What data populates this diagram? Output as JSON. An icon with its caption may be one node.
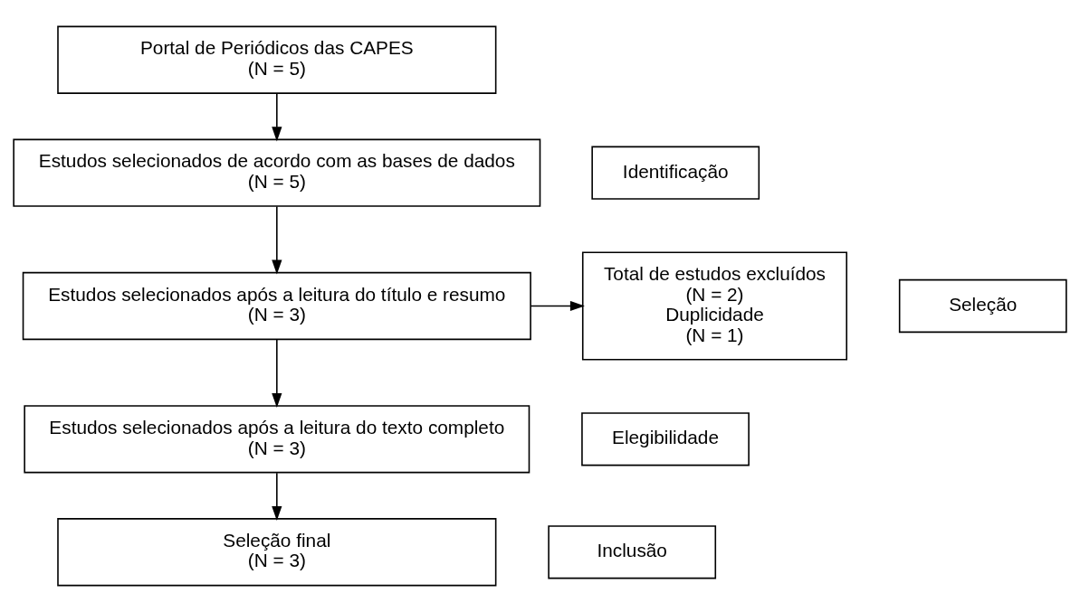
{
  "diagram": {
    "nodes": [
      {
        "text": [
          "Portal de Periódicos das CAPES",
          "(N = 5)"
        ]
      },
      {
        "text": [
          "Identificação"
        ]
      },
      {
        "text": [
          "Estudos selecionados de acordo com as bases de dados",
          "(N = 5)"
        ]
      },
      {
        "text": [
          "Total de estudos excluídos",
          "(N = 2)",
          "Duplicidade",
          "(N = 1)"
        ]
      },
      {
        "text": [
          "Seleção"
        ]
      },
      {
        "text": [
          "Estudos selecionados após a leitura do título e resumo",
          "(N = 3)"
        ]
      },
      {
        "text": [
          "Elegibilidade"
        ]
      },
      {
        "text": [
          "Estudos selecionados após a leitura do texto completo",
          "(N = 3)"
        ]
      },
      {
        "text": [
          "Inclusão"
        ]
      },
      {
        "text": [
          "Seleção final",
          "(N = 3)"
        ]
      }
    ],
    "edges": [
      {
        "from": 0,
        "to": 2,
        "arrow": "to"
      },
      {
        "from": 2,
        "to": 5,
        "arrow": "to"
      },
      {
        "from": 5,
        "to": 3,
        "arrow": "to"
      },
      {
        "from": 5,
        "to": 7,
        "arrow": "to"
      },
      {
        "from": 7,
        "to": 9,
        "arrow": "to"
      }
    ]
  }
}
